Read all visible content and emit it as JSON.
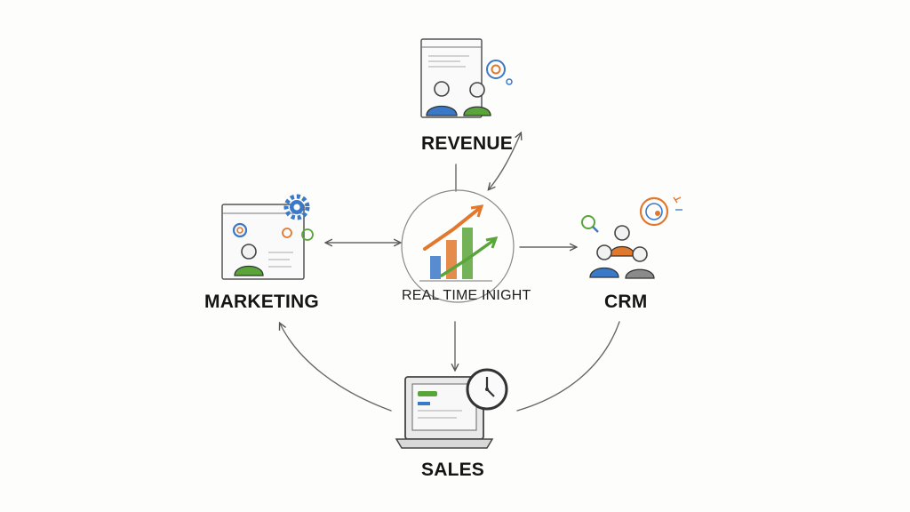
{
  "nodes": {
    "revenue": "REVENUE",
    "marketing": "MARKETING",
    "crm": "CRM",
    "sales": "SALES",
    "center": "REAL TIME INIGHT"
  },
  "colors": {
    "ink": "#3a3a3a",
    "blue": "#3a78c8",
    "green": "#5aa53a",
    "orange": "#e0782e",
    "gray": "#8a8a8a"
  }
}
